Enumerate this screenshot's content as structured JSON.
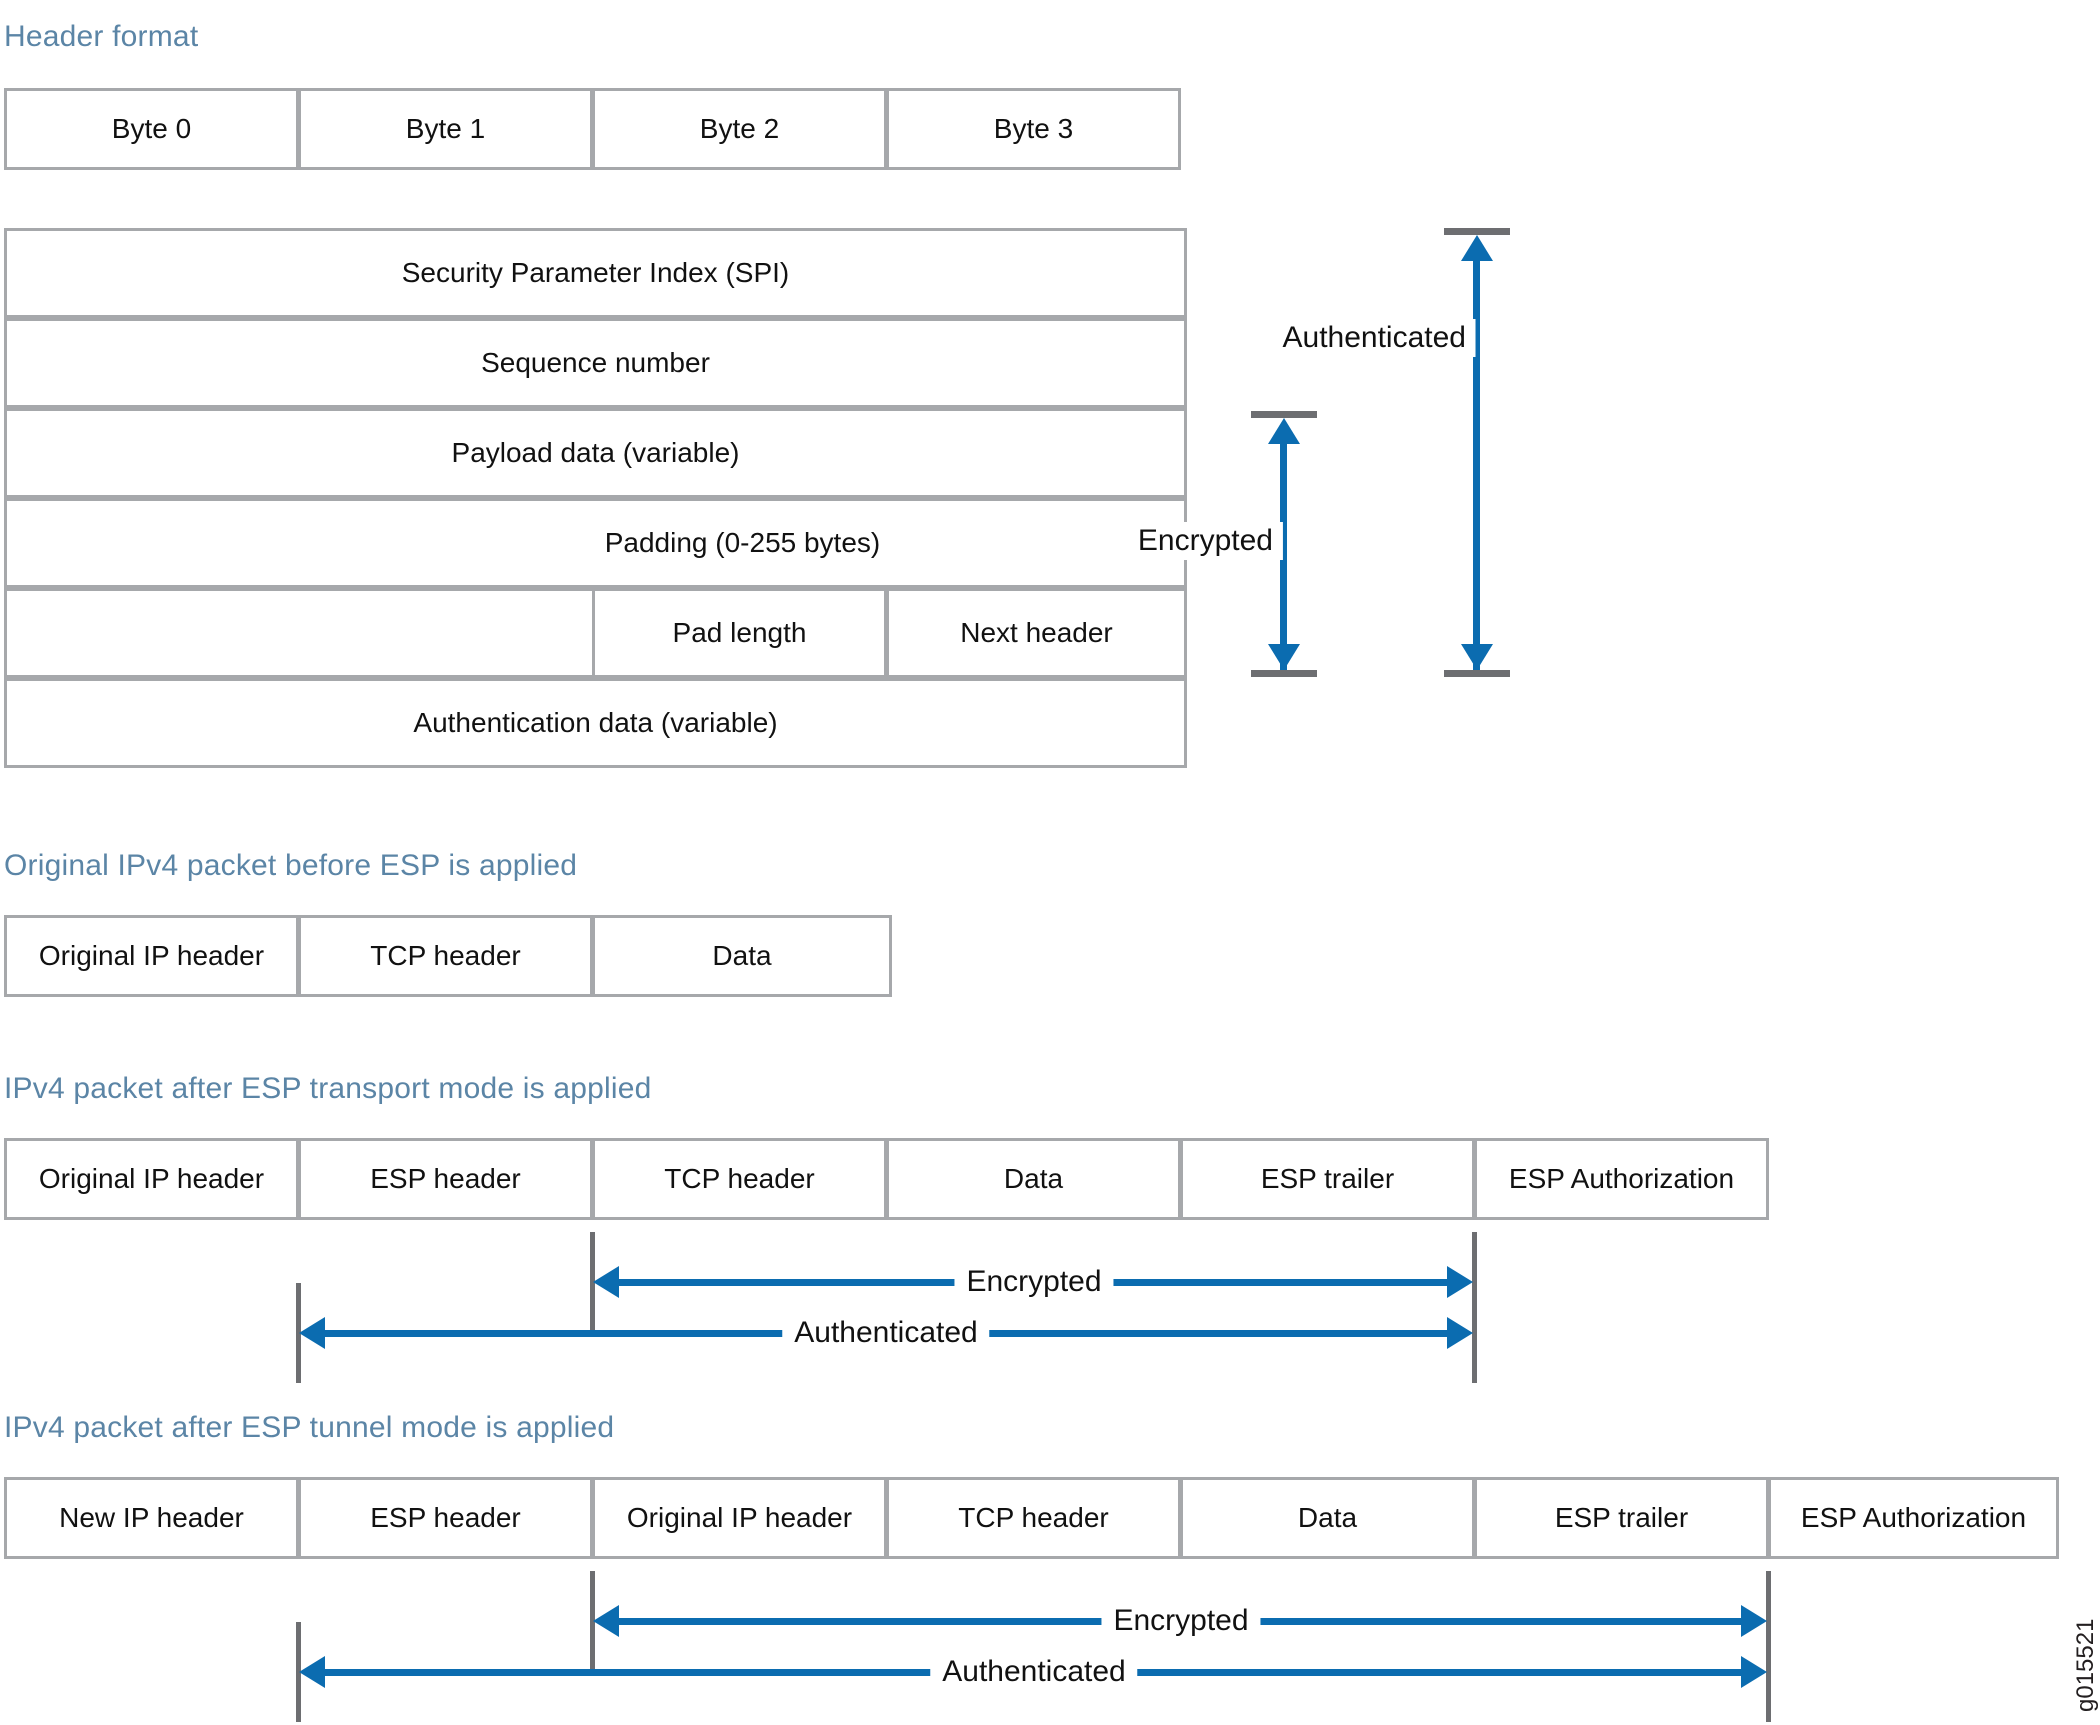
{
  "sections": {
    "header_format": {
      "title": "Header format"
    },
    "original": {
      "title": "Original IPv4 packet before ESP is applied"
    },
    "transport": {
      "title": "IPv4 packet after ESP transport mode is applied"
    },
    "tunnel": {
      "title": "IPv4 packet after ESP tunnel mode is applied"
    }
  },
  "byte_ruler": {
    "cells": [
      {
        "label": "Byte 0"
      },
      {
        "label": "Byte 1"
      },
      {
        "label": "Byte 2"
      },
      {
        "label": "Byte 3"
      }
    ]
  },
  "esp_header_rows": [
    {
      "label": "Security Parameter Index (SPI)"
    },
    {
      "label": "Sequence number"
    },
    {
      "label": "Payload data (variable)"
    },
    {
      "label": "Padding (0-255 bytes)"
    },
    {
      "label": "Pad length"
    },
    {
      "label": "Next header"
    },
    {
      "label": "Authentication data (variable)"
    }
  ],
  "header_scope_arrows": [
    {
      "label": "Encrypted"
    },
    {
      "label": "Authenticated"
    }
  ],
  "original_packet": {
    "cells": [
      {
        "label": "Original IP header"
      },
      {
        "label": "TCP header"
      },
      {
        "label": "Data"
      }
    ]
  },
  "transport_packet": {
    "cells": [
      {
        "label": "Original IP header"
      },
      {
        "label": "ESP header"
      },
      {
        "label": "TCP header"
      },
      {
        "label": "Data"
      },
      {
        "label": "ESP trailer"
      },
      {
        "label": "ESP Authorization"
      }
    ],
    "arrows": [
      {
        "label": "Encrypted"
      },
      {
        "label": "Authenticated"
      }
    ]
  },
  "tunnel_packet": {
    "cells": [
      {
        "label": "New IP header"
      },
      {
        "label": "ESP header"
      },
      {
        "label": "Original IP header"
      },
      {
        "label": "TCP header"
      },
      {
        "label": "Data"
      },
      {
        "label": "ESP trailer"
      },
      {
        "label": "ESP Authorization"
      }
    ],
    "arrows": [
      {
        "label": "Encrypted"
      },
      {
        "label": "Authenticated"
      }
    ]
  },
  "watermark": {
    "id": "g015521"
  },
  "colors": {
    "heading": "#5b85a6",
    "border": "#a6a8ab",
    "arrow": "#0b6cb0",
    "cap": "#6d6e71"
  }
}
